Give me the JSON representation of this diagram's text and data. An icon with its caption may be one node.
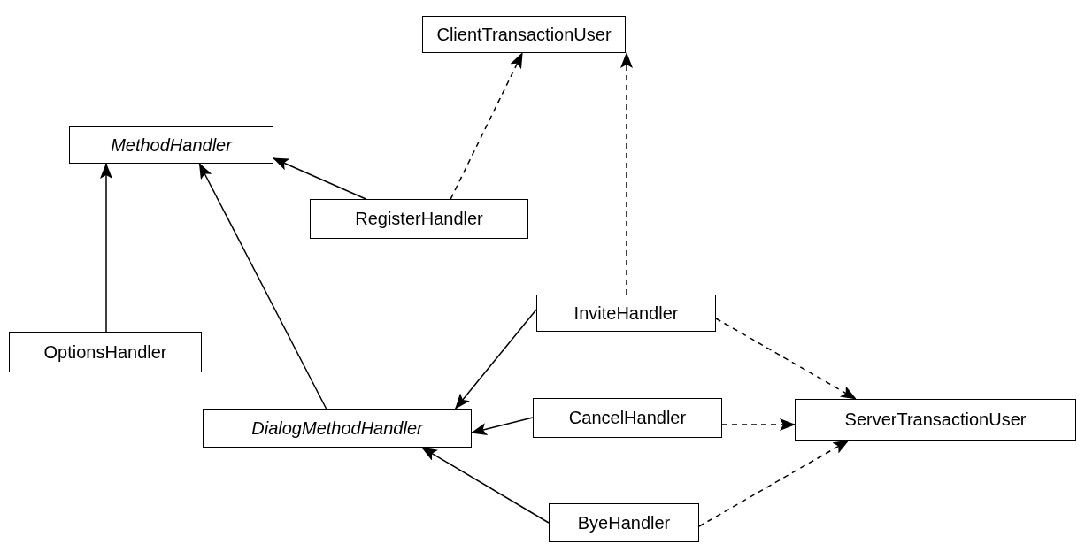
{
  "diagram": {
    "nodes": [
      {
        "text": [
          "ClientTransactionUser"
        ]
      },
      {
        "text": [
          "MethodHandler"
        ]
      },
      {
        "text": [
          "RegisterHandler"
        ]
      },
      {
        "text": [
          "InviteHandler"
        ]
      },
      {
        "text": [
          "OptionsHandler"
        ]
      },
      {
        "text": [
          "DialogMethodHandler"
        ]
      },
      {
        "text": [
          "CancelHandler"
        ]
      },
      {
        "text": [
          "ServerTransactionUser"
        ]
      },
      {
        "text": [
          "ByeHandler"
        ]
      }
    ],
    "edges": [
      {
        "from": 2,
        "to": 1,
        "arrow": "to"
      },
      {
        "from": 2,
        "to": 0,
        "arrow": "to",
        "style": "dashed"
      },
      {
        "from": 3,
        "to": 0,
        "arrow": "to",
        "style": "dashed"
      },
      {
        "from": 4,
        "to": 1,
        "arrow": "to"
      },
      {
        "from": 5,
        "to": 1,
        "arrow": "to"
      },
      {
        "from": 3,
        "to": 5,
        "arrow": "to"
      },
      {
        "from": 3,
        "to": 7,
        "arrow": "to",
        "style": "dashed"
      },
      {
        "from": 6,
        "to": 5,
        "arrow": "to"
      },
      {
        "from": 6,
        "to": 7,
        "arrow": "to",
        "style": "dashed"
      },
      {
        "from": 8,
        "to": 5,
        "arrow": "to"
      },
      {
        "from": 8,
        "to": 7,
        "arrow": "to",
        "style": "dashed"
      }
    ]
  }
}
